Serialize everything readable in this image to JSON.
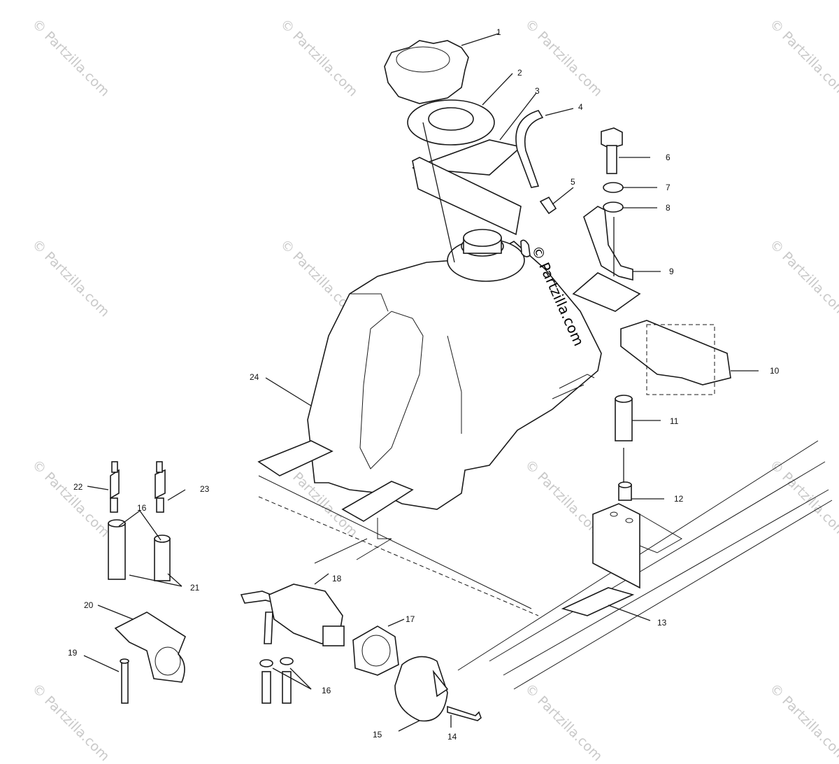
{
  "diagram": {
    "callouts": [
      "1",
      "2",
      "3",
      "4",
      "5",
      "6",
      "7",
      "8",
      "9",
      "10",
      "11",
      "12",
      "13",
      "14",
      "15",
      "16",
      "17",
      "18",
      "19",
      "20",
      "21",
      "22",
      "23",
      "24"
    ],
    "callout_16_second": "16",
    "watermark": "© Partzilla.com",
    "center_watermark": "© Partzilla.com"
  }
}
